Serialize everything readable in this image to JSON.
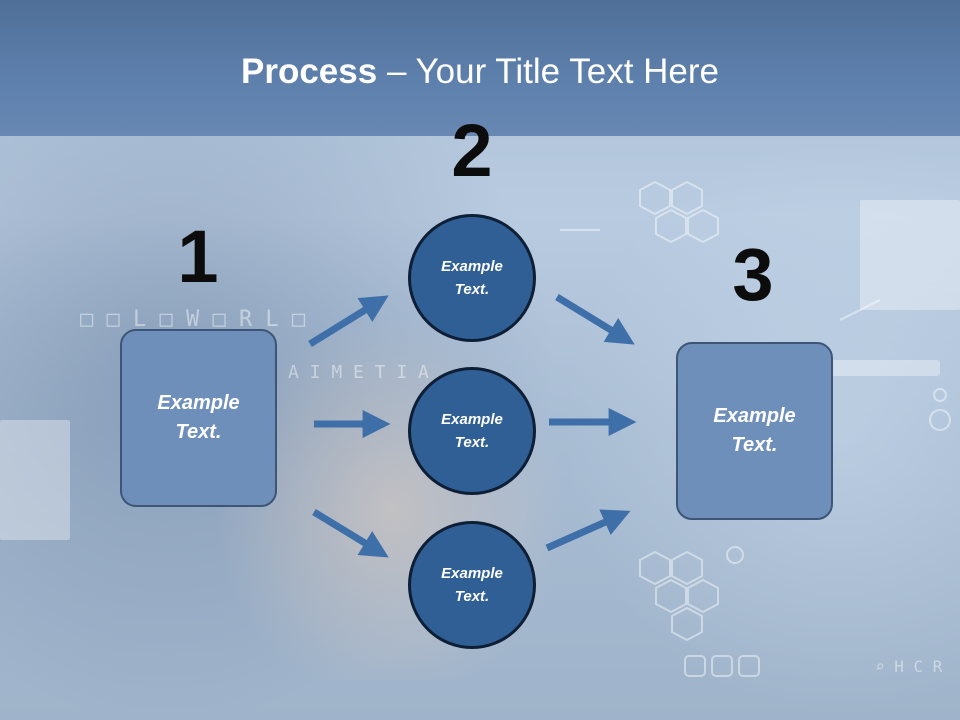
{
  "title": {
    "bold": "Process",
    "rest": " – Your Title Text Here"
  },
  "steps": [
    {
      "number": "1",
      "text_line1": "Example",
      "text_line2": "Text."
    },
    {
      "number": "2"
    },
    {
      "number": "3",
      "text_line1": "Example",
      "text_line2": "Text."
    }
  ],
  "circles": [
    {
      "line1": "Example",
      "line2": "Text."
    },
    {
      "line1": "Example",
      "line2": "Text."
    },
    {
      "line1": "Example",
      "line2": "Text."
    }
  ],
  "colors": {
    "header": "#5a7aa6",
    "box_fill": "#6f8fbb",
    "circle_fill": "#2f5f94",
    "arrow": "#3f6fa8"
  }
}
